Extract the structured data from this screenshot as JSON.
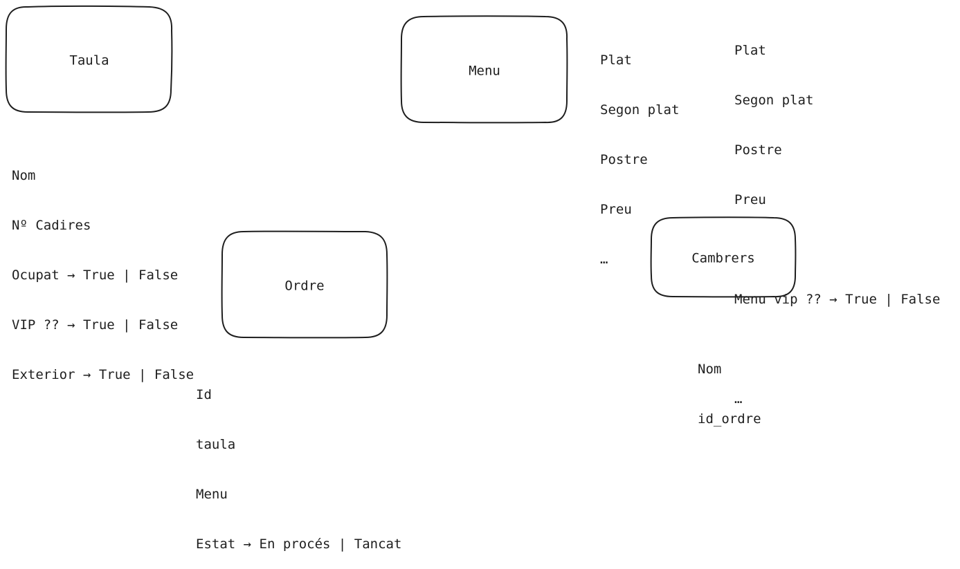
{
  "entities": {
    "taula": {
      "label": "Taula",
      "attributes": [
        "Nom",
        "Nº Cadires",
        "Ocupat → True | False",
        "VIP ?? → True | False",
        "Exterior → True | False"
      ]
    },
    "menu": {
      "label": "Menu",
      "attributes": [
        "Plat",
        "Segon plat",
        "Postre",
        "Preu",
        "…"
      ]
    },
    "menu_alt": {
      "attributes": [
        "Plat",
        "Segon plat",
        "Postre",
        "Preu",
        "",
        "Menu vip ?? → True | False",
        "",
        "…"
      ]
    },
    "ordre": {
      "label": "Ordre",
      "attributes": [
        "Id",
        "taula",
        "Menu",
        "Estat → En procés | Tancat"
      ]
    },
    "cambrers": {
      "label": "Cambrers",
      "attributes": [
        "Nom",
        "id_ordre"
      ]
    }
  },
  "colors": {
    "stroke": "#1e1e1e",
    "text": "#1e1e1e",
    "background": "#ffffff"
  }
}
